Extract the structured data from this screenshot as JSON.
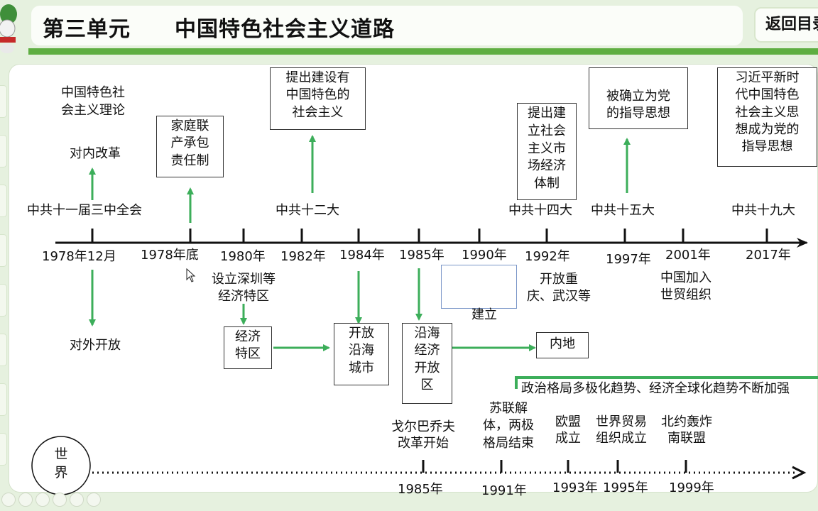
{
  "header": {
    "title": "第三单元　　中国特色社会主义道路",
    "back_label": "返回目录"
  },
  "china": {
    "theory_label": "中国特色社\n会主义理论",
    "reform_label": "对内改革",
    "open_label": "对外开放",
    "years": [
      "1978年12月",
      "1978年底",
      "1980年",
      "1982年",
      "1984年",
      "1985年",
      "1990年",
      "1992年",
      "1997年",
      "2001年",
      "2017年"
    ],
    "events": {
      "plenum": "中共十一届三中全会",
      "congress12": "中共十二大",
      "congress14": "中共十四大",
      "congress15": "中共十五大",
      "congress19": "中共十九大"
    },
    "top_boxes": {
      "household": "家庭联\n产承包\n责任制",
      "socialism": "提出建设有\n中国特色的\n社会主义",
      "market": "提出建\n立社会\n主义市\n场经济\n体制",
      "guide": "被确立为党\n的指导思想",
      "xi": "习近平新时\n代中国特色\n社会主义思\n想成为党的\n指导思想"
    },
    "below": {
      "sez_note": "设立深圳等\n经济特区",
      "sez_box": "经济\n特区",
      "coastal_box": "开放\n沿海\n城市",
      "coastal_zone_box": "沿海\n经济\n开放\n区",
      "establish": "建立",
      "open_inland_note": "开放重\n庆、武汉等",
      "inland_box": "内地",
      "wto": "中国加入\n世贸组织"
    },
    "banner": "政治格局多极化趋势、经济全球化趋势不断加强"
  },
  "world": {
    "label": "世\n界",
    "events": [
      {
        "text": "戈尔巴乔夫\n改革开始",
        "year": "1985年"
      },
      {
        "text": "苏联解\n体，两极\n格局结束",
        "year": "1991年"
      },
      {
        "text": "欧盟\n成立",
        "year": "1993年"
      },
      {
        "text": "世界贸易\n组织成立",
        "year": "1995年"
      },
      {
        "text": "北约轰炸\n南联盟",
        "year": "1999年"
      }
    ]
  },
  "colors": {
    "accent": "#5fae42",
    "arrow": "#3cae5a",
    "axis": "#111111"
  }
}
